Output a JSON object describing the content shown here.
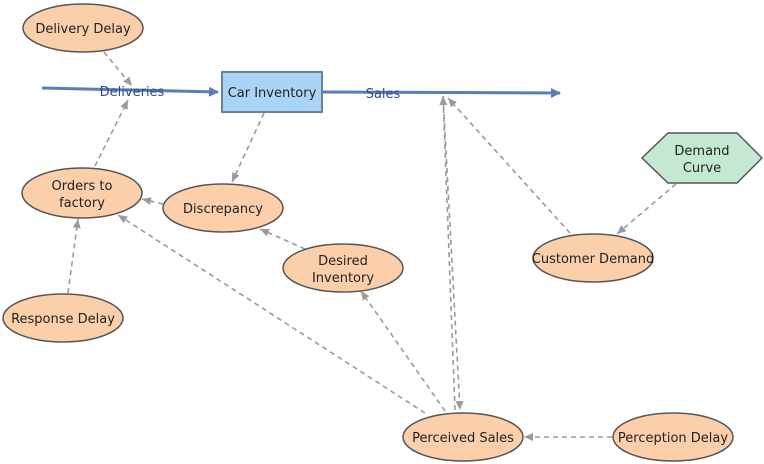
{
  "diagram": {
    "stock": {
      "label": "Car Inventory"
    },
    "flows": {
      "inflow": "Deliveries",
      "outflow": "Sales"
    },
    "nodes": {
      "delivery_delay": "Delivery Delay",
      "orders_to_factory_line1": "Orders to",
      "orders_to_factory_line2": "factory",
      "discrepancy": "Discrepancy",
      "desired_inventory_line1": "Desired",
      "desired_inventory_line2": "Inventory",
      "response_delay": "Response Delay",
      "perceived_sales": "Perceived Sales",
      "perception_delay": "Perception Delay",
      "customer_demand": "Customer Demand",
      "demand_curve_line1": "Demand",
      "demand_curve_line2": "Curve"
    }
  },
  "colors": {
    "node_fill": "#fbcfa9",
    "node_stroke": "#555555",
    "stock_fill": "#a9d3f7",
    "stock_stroke": "#6b7f95",
    "flow_line": "#5b7cba",
    "link_line": "#9a9a9a",
    "hex_fill": "#c5e8d3"
  }
}
